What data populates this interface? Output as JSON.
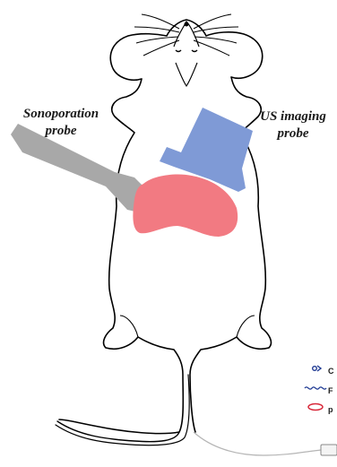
{
  "labels": {
    "sonoporation_line1": "Sonoporation",
    "sonoporation_line2": "probe",
    "us_imaging_line1": "US imaging",
    "us_imaging_line2": "probe"
  },
  "legend": [
    {
      "symbol": "microbubble-icon",
      "text": "C"
    },
    {
      "symbol": "wave-icon",
      "text": "F"
    },
    {
      "symbol": "ellipse-icon",
      "text": "p"
    }
  ],
  "colors": {
    "sonoporation_probe": "#a8a8a8",
    "us_imaging_probe": "#7f9ad6",
    "target_organ": "#f27a82",
    "outline": "#000000",
    "legend_icon_blue": "#1f3a93",
    "legend_icon_red": "#d8283a"
  }
}
